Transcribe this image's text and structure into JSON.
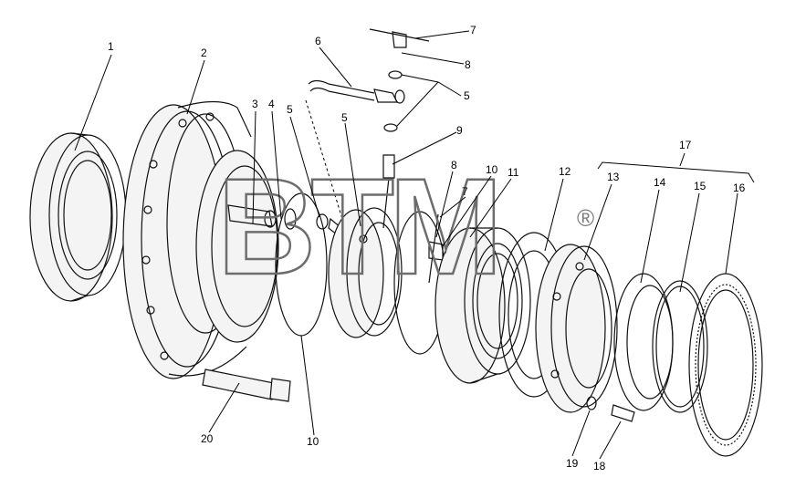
{
  "watermark": {
    "text": "BTM",
    "registered": "®"
  },
  "callouts": [
    {
      "id": "c1",
      "text": "1"
    },
    {
      "id": "c2",
      "text": "2"
    },
    {
      "id": "c3",
      "text": "3"
    },
    {
      "id": "c4",
      "text": "4"
    },
    {
      "id": "c5a",
      "text": "5"
    },
    {
      "id": "c5b",
      "text": "5"
    },
    {
      "id": "c5c",
      "text": "5"
    },
    {
      "id": "c6",
      "text": "6"
    },
    {
      "id": "c7a",
      "text": "7"
    },
    {
      "id": "c7b",
      "text": "7"
    },
    {
      "id": "c8a",
      "text": "8"
    },
    {
      "id": "c8b",
      "text": "8"
    },
    {
      "id": "c9",
      "text": "9"
    },
    {
      "id": "c10a",
      "text": "10"
    },
    {
      "id": "c10b",
      "text": "10"
    },
    {
      "id": "c11",
      "text": "11"
    },
    {
      "id": "c12",
      "text": "12"
    },
    {
      "id": "c13",
      "text": "13"
    },
    {
      "id": "c14",
      "text": "14"
    },
    {
      "id": "c15",
      "text": "15"
    },
    {
      "id": "c16",
      "text": "16"
    },
    {
      "id": "c17",
      "text": "17"
    },
    {
      "id": "c18",
      "text": "18"
    },
    {
      "id": "c19",
      "text": "19"
    },
    {
      "id": "c20",
      "text": "20"
    }
  ]
}
